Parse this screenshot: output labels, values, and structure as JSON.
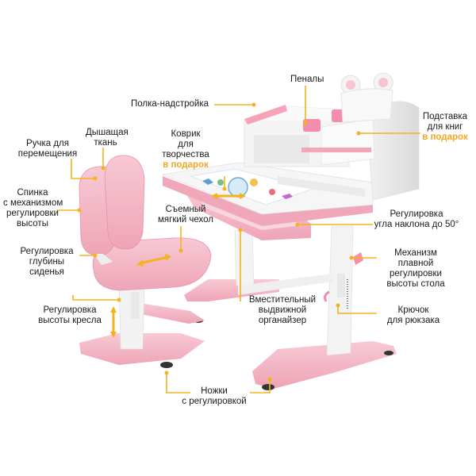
{
  "labels": {
    "pencil_cases": "Пеналы",
    "top_shelf": "Полка-надстройка",
    "book_stand": [
      "Подставка",
      "для книг"
    ],
    "book_stand_gift": "в подарок",
    "handle": [
      "Ручка для",
      "перемещения"
    ],
    "breathable": [
      "Дышащая",
      "ткань"
    ],
    "mat": [
      "Коврик",
      "для",
      "творчества"
    ],
    "mat_gift": "в подарок",
    "backrest": [
      "Спинка",
      "с механизмом",
      "регулировки",
      "высоты"
    ],
    "cover": [
      "Съемный",
      "мягкий чехол"
    ],
    "tilt": [
      "Регулировка",
      "угла наклона до 50°"
    ],
    "seat_depth": [
      "Регулировка",
      "глубины",
      "сиденья"
    ],
    "mechanism": [
      "Механизм",
      "плавной",
      "регулировки",
      "высоты стола"
    ],
    "drawer": [
      "Вместительный",
      "выдвижной",
      "органайзер"
    ],
    "chair_height": [
      "Регулировка",
      "высоты кресла"
    ],
    "hook": [
      "Крючок",
      "для рюкзака"
    ],
    "feet": [
      "Ножки",
      "с регулировкой"
    ]
  },
  "colors": {
    "accent": "#f5b21e",
    "gift": "#f5a623",
    "pink": "#f3b3c4",
    "white_panel": "#f4f4f4"
  }
}
